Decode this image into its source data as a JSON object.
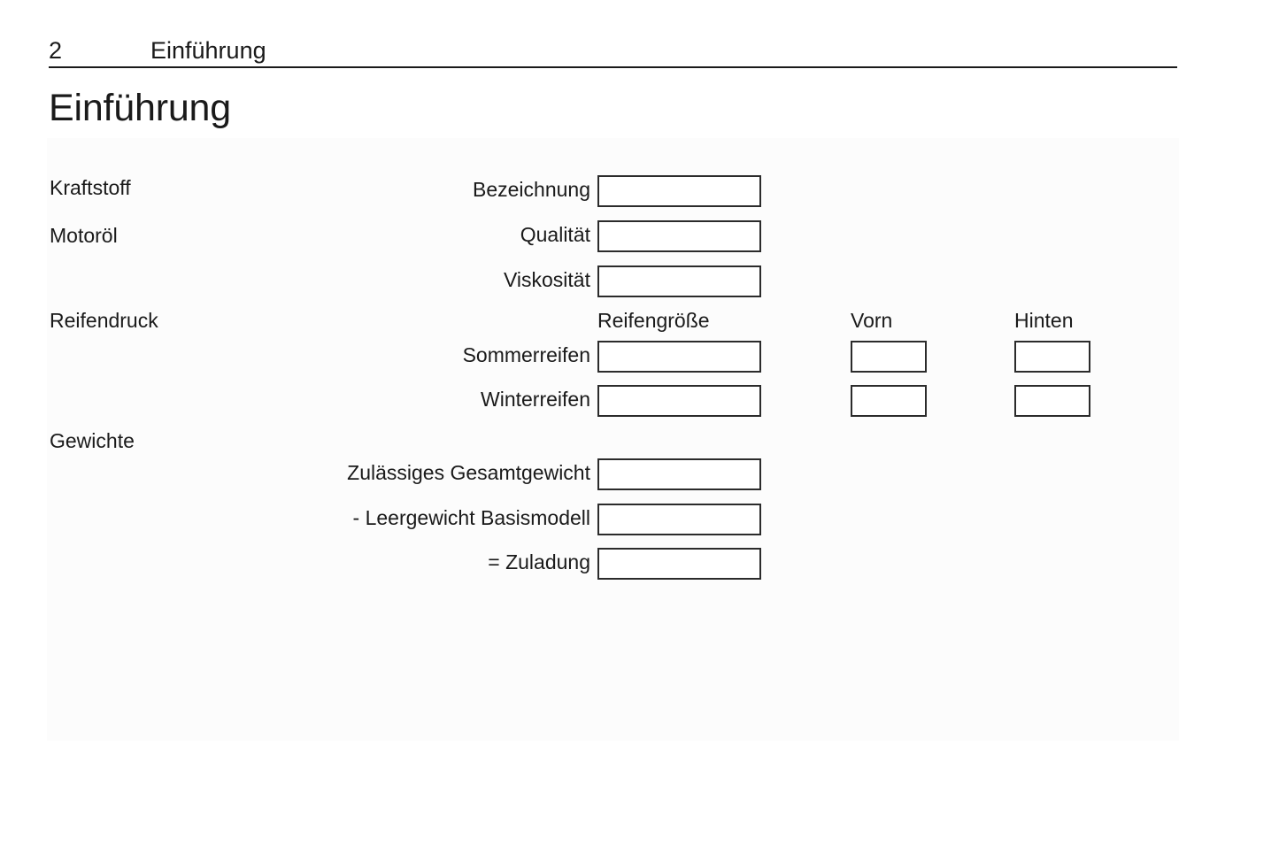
{
  "running_head": {
    "page_number": "2",
    "chapter": "Einführung"
  },
  "page_title": "Einführung",
  "form": {
    "groups": {
      "fuel": "Kraftstoff",
      "engine_oil": "Motoröl",
      "tire_pressure": "Reifendruck",
      "weights": "Gewichte"
    },
    "column_headers": {
      "tire_size": "Reifengröße",
      "front": "Vorn",
      "rear": "Hinten"
    },
    "rows": {
      "designation": {
        "label": "Bezeichnung",
        "value": ""
      },
      "quality": {
        "label": "Qualität",
        "value": ""
      },
      "viscosity": {
        "label": "Viskosität",
        "value": ""
      },
      "summer_tires": {
        "label": "Sommerreifen",
        "size": "",
        "front": "",
        "rear": ""
      },
      "winter_tires": {
        "label": "Winterreifen",
        "size": "",
        "front": "",
        "rear": ""
      },
      "gross_weight": {
        "label": "Zulässiges Gesamtgewicht",
        "value": ""
      },
      "kerb_weight": {
        "label": "- Leergewicht Basismodell",
        "value": ""
      },
      "payload": {
        "label": "= Zuladung",
        "value": ""
      }
    }
  },
  "colors": {
    "ink": "#1a1a1a",
    "box_border": "#2b2b2b",
    "panel_background": "#fcfcfc",
    "page_background": "#ffffff"
  }
}
